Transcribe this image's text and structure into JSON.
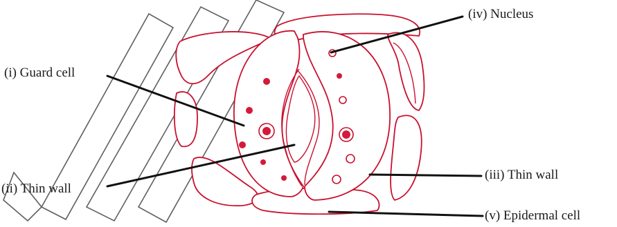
{
  "labels": {
    "guard_cell": "(i) Guard cell",
    "thin_wall_inner": "(ii) Thin wall",
    "thin_wall_outer": "(iii) Thin wall",
    "nucleus": "(iv) Nucleus",
    "epidermal_cell": "(v) Epidermal cell"
  },
  "colors": {
    "cell_outline": "#c8102e",
    "leader_line": "#111111",
    "label_text": "#1a1a1a",
    "watermark": "#5f5f5f"
  }
}
